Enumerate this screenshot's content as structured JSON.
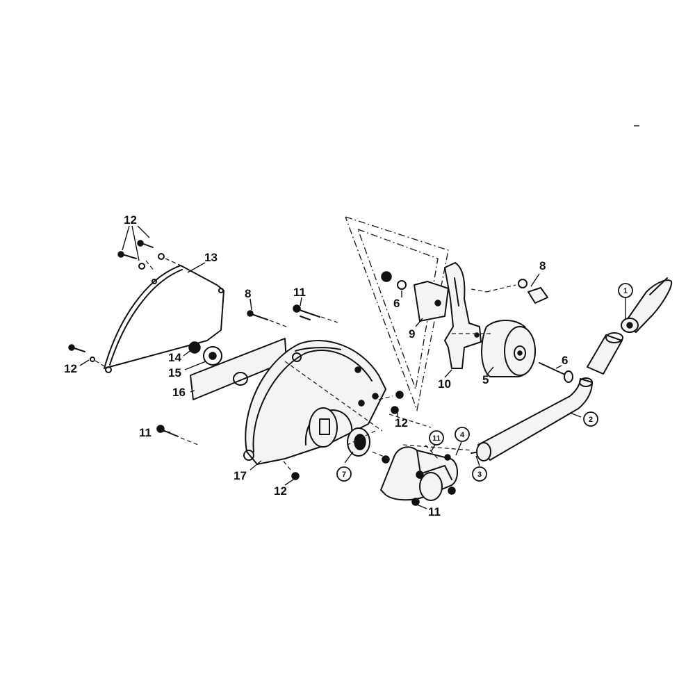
{
  "callouts": {
    "c12a": "12",
    "c13": "13",
    "c8a": "8",
    "c11a": "11",
    "c12b": "12",
    "c14": "14",
    "c15": "15",
    "c16": "16",
    "c11b": "11",
    "c17": "17",
    "c12c": "12",
    "c7": "7",
    "c12d": "12",
    "c11c": "11",
    "c11d": "11",
    "c4": "4",
    "c3": "3",
    "c2": "2",
    "c1": "1",
    "c6a": "6",
    "c9": "9",
    "c10": "10",
    "c8b": "8",
    "c5": "5",
    "c6b": "6"
  }
}
